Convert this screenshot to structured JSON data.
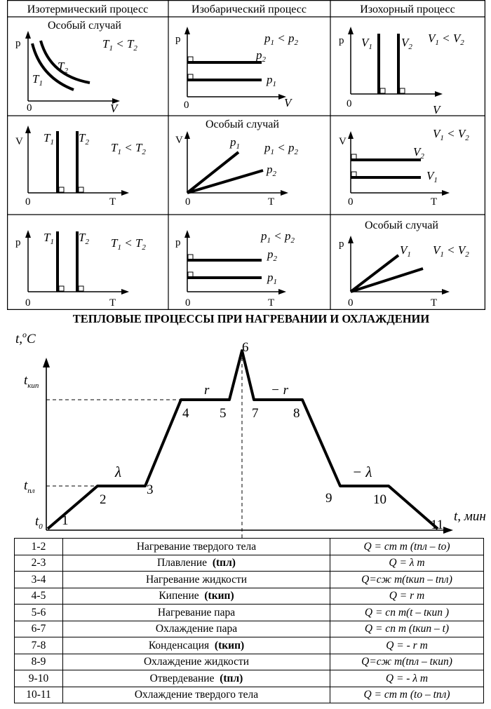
{
  "grid": {
    "headers": [
      "Изотермический процесс",
      "Изобарический процесс",
      "Изохорный процесс"
    ],
    "special_label": "Особый случай",
    "zero": "0",
    "axes": {
      "p": "p",
      "V": "V",
      "T": "T"
    },
    "labels": {
      "T1": "T",
      "T2": "T",
      "p1": "p",
      "p2": "p",
      "V1": "V",
      "V2": "V",
      "sub1": "1",
      "sub2": "2",
      "lt": "<"
    }
  },
  "heat": {
    "title": "ТЕПЛОВЫЕ ПРОЦЕССЫ  ПРИ НАГРЕВАНИИ И ОХЛАЖДЕНИИ",
    "y_axis": "t,",
    "y_axis_deg": "o",
    "y_axis_unit": "C",
    "x_axis": "t, мин",
    "t_boil": "t",
    "t_boil_sub": "кип",
    "t_melt": "t",
    "t_melt_sub": "пл",
    "t0": "t",
    "t0_sub": "0",
    "points": [
      "1",
      "2",
      "3",
      "4",
      "5",
      "6",
      "7",
      "8",
      "9",
      "10",
      "11"
    ],
    "lambda": "λ",
    "neg_lambda": "− λ",
    "r": "r",
    "neg_r": "− r"
  },
  "table": {
    "rows": [
      {
        "stage": "1-2",
        "process": "Нагревание твердого тела",
        "temp": "",
        "formula": "Q = cт m (tпл – to)"
      },
      {
        "stage": "2-3",
        "process": "Плавление  ",
        "temp": "(tпл)",
        "formula": "Q = λ m"
      },
      {
        "stage": "3-4",
        "process": "Нагревание жидкости",
        "temp": "",
        "formula": "Q=cж m(tкип – tпл)"
      },
      {
        "stage": "4-5",
        "process": "Кипение  ",
        "temp": "(tкип)",
        "formula": "Q = r m"
      },
      {
        "stage": "5-6",
        "process": "Нагревание пара",
        "temp": "",
        "formula": "Q = cп m(t – tкип )"
      },
      {
        "stage": "6-7",
        "process": "Охлаждение пара",
        "temp": "",
        "formula": "Q = cп m (tкип – t)"
      },
      {
        "stage": "7-8",
        "process": "Конденсация  ",
        "temp": "(tкип)",
        "formula": "Q = - r m"
      },
      {
        "stage": "8-9",
        "process": "Охлаждение жидкости",
        "temp": "",
        "formula": "Q=cж m(tпл – tкип)"
      },
      {
        "stage": "9-10",
        "process": "Отвердевание  ",
        "temp": "(tпл)",
        "formula": "Q = - λ m"
      },
      {
        "stage": "10-11",
        "process": "Охлаждение твердого тела",
        "temp": "",
        "formula": "Q = cт m (to – tпл)"
      }
    ]
  }
}
